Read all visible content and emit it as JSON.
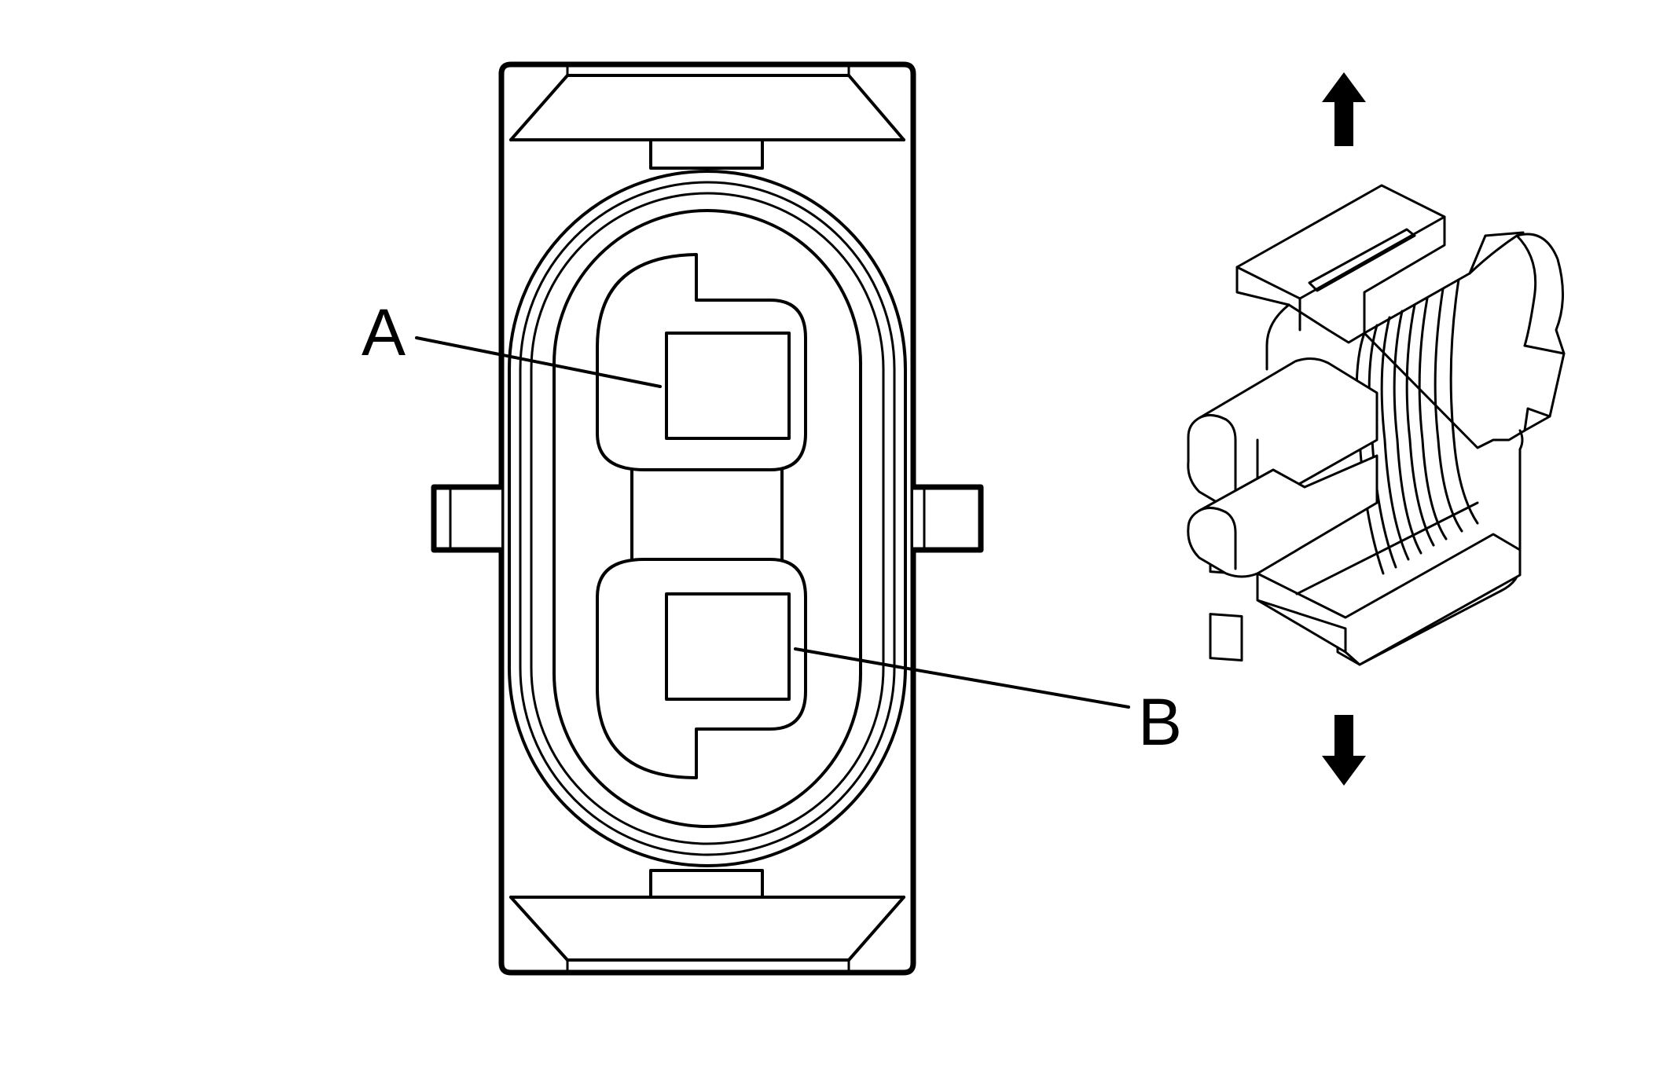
{
  "diagram": {
    "title": "",
    "labels": {
      "terminal_a": "A",
      "terminal_b": "B"
    },
    "pin_count": 2,
    "views": [
      "connector-face-view",
      "connector-isometric-view"
    ],
    "indicators": [
      "arrow-up-icon",
      "arrow-down-icon"
    ],
    "colors": {
      "line": "#000000",
      "background": "#ffffff"
    }
  }
}
